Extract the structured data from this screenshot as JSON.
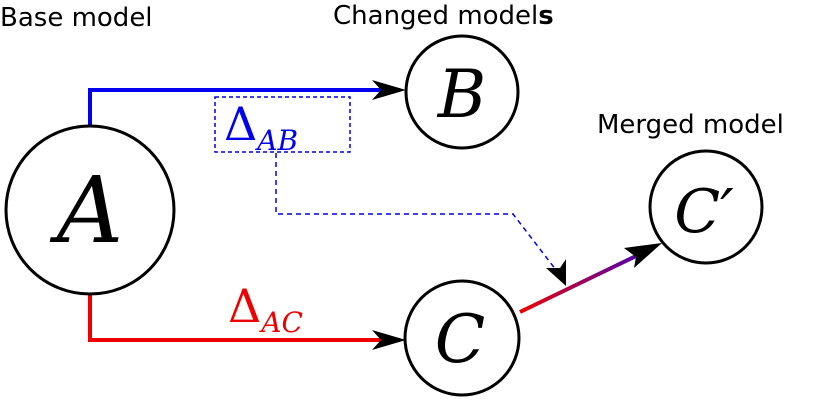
{
  "labels": {
    "base_model": "Base model",
    "changed_models_prefix": "Changed model",
    "changed_models_suffix": "s",
    "merged_model": "Merged model"
  },
  "nodes": {
    "a": "A",
    "b": "B",
    "c": "C",
    "c_prime": "C′"
  },
  "deltas": {
    "ab": {
      "symbol": "Δ",
      "subscript": "AB"
    },
    "ac": {
      "symbol": "Δ",
      "subscript": "AC"
    }
  },
  "colors": {
    "ab_edge": "#0000ee",
    "ac_edge": "#ee0000",
    "merge_start": "#ee0000",
    "merge_end": "#3300cc",
    "node_stroke": "#000000"
  }
}
